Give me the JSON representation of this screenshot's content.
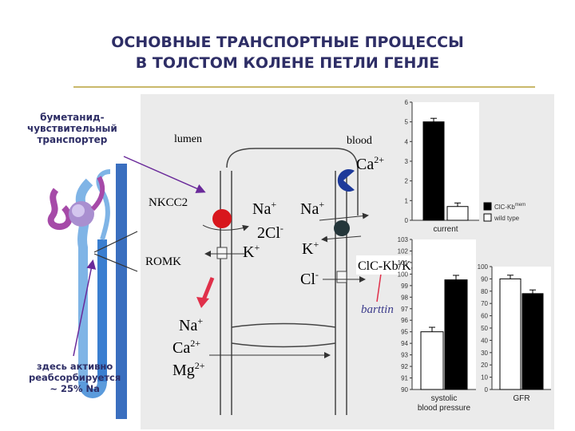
{
  "title": {
    "line1": "ОСНОВНЫЕ ТРАНСПОРТНЫЕ ПРОЦЕССЫ",
    "line2": "В ТОЛСТОМ КОЛЕНЕ ПЕТЛИ ГЕНЛЕ"
  },
  "notes": {
    "bumetanide": [
      "буметанид-",
      "чувствительный",
      "транспортер"
    ],
    "reabsorption": [
      "здесь активно",
      "реабсорбируется",
      "~ 25% Na"
    ]
  },
  "diagram": {
    "lumen": "lumen",
    "blood": "blood",
    "nkcc2": "NKCC2",
    "romk": "ROMK",
    "clc": "ClC-Kb/Ka",
    "barttin": "barttin",
    "ions": {
      "na": "Na",
      "na_sup": "+",
      "cl2": "2Cl",
      "cl_sup": "-",
      "k": "K",
      "k_sup": "+",
      "ca": "Ca",
      "ca_sup": "2+",
      "mg": "Mg",
      "mg_sup": "2+",
      "cl": "Cl"
    }
  },
  "colors": {
    "title": "#2e2e66",
    "arrow_purple": "#6a2a9a",
    "arrow_red": "#e0304a",
    "pump_blue": "#1e3a9a",
    "channel_red": "#d8161c",
    "channel_dark": "#24363a"
  },
  "chart_data": [
    {
      "type": "bar",
      "categories": [
        "current"
      ],
      "series": [
        {
          "name": "ClC-Kb",
          "values": [
            5.0
          ]
        },
        {
          "name": "wild type",
          "values": [
            0.7
          ]
        }
      ],
      "ylim": [
        0,
        6
      ],
      "yticks": [
        "0",
        "1",
        "2",
        "3",
        "4",
        "5",
        "6"
      ],
      "xlabel": "current",
      "legend": [
        "ClC-Kb",
        "wild type"
      ],
      "legend_sup": "mem"
    },
    {
      "type": "bar",
      "categories": [
        "systolic blood pressure"
      ],
      "series": [
        {
          "name": "wild type",
          "values": [
            95
          ]
        },
        {
          "name": "ClC-Kb",
          "values": [
            99.5
          ]
        }
      ],
      "ylim": [
        90,
        103
      ],
      "yticks": [
        "90",
        "91",
        "92",
        "93",
        "94",
        "95",
        "96",
        "97",
        "98",
        "99",
        "100",
        "101",
        "102",
        "103"
      ],
      "xlabel_lines": [
        "systolic",
        "blood pressure"
      ]
    },
    {
      "type": "bar",
      "categories": [
        "GFR"
      ],
      "series": [
        {
          "name": "wild type",
          "values": [
            90
          ]
        },
        {
          "name": "ClC-Kb",
          "values": [
            78
          ]
        }
      ],
      "ylim": [
        0,
        100
      ],
      "yticks": [
        "0",
        "10",
        "20",
        "30",
        "40",
        "50",
        "60",
        "70",
        "80",
        "90",
        "100"
      ],
      "xlabel": "GFR"
    }
  ]
}
